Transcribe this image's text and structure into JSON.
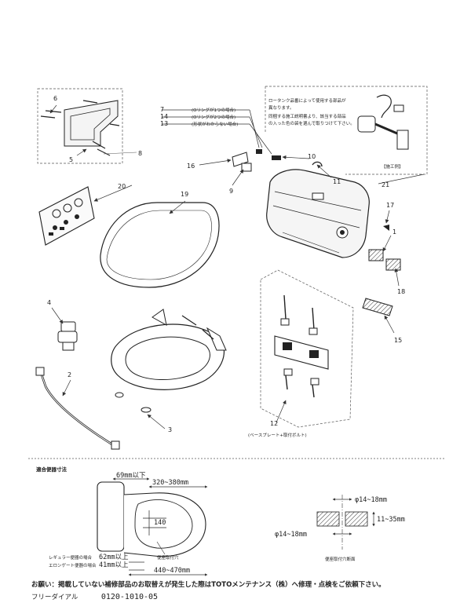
{
  "parts": [
    {
      "id": "1",
      "label": "1"
    },
    {
      "id": "2",
      "label": "2"
    },
    {
      "id": "3",
      "label": "3"
    },
    {
      "id": "4",
      "label": "4"
    },
    {
      "id": "5",
      "label": "5"
    },
    {
      "id": "6",
      "label": "6"
    },
    {
      "id": "7",
      "label": "7"
    },
    {
      "id": "8",
      "label": "8"
    },
    {
      "id": "9",
      "label": "9"
    },
    {
      "id": "10",
      "label": "10"
    },
    {
      "id": "11",
      "label": "11"
    },
    {
      "id": "12",
      "label": "12"
    },
    {
      "id": "13",
      "label": "13"
    },
    {
      "id": "14",
      "label": "14"
    },
    {
      "id": "15",
      "label": "15"
    },
    {
      "id": "16",
      "label": "16"
    },
    {
      "id": "17",
      "label": "17"
    },
    {
      "id": "18",
      "label": "18"
    },
    {
      "id": "19",
      "label": "19"
    },
    {
      "id": "20",
      "label": "20"
    },
    {
      "id": "21",
      "label": "21"
    }
  ],
  "oring_notes": {
    "n7": "(Oリングが1つの場合)",
    "n14": "(Oリングが2つの場合)",
    "n13": "(形状がわからない場合)"
  },
  "note_box": {
    "line1": "ロータンク品番によって使用する部品が",
    "line2": "異なります。",
    "line3": "同梱する施工説明書より、該当する部品",
    "line4": "の入った色の袋を選んで取りつけて下さい。",
    "example": "【施工例】"
  },
  "baseplate_label": "(ベースプレート+取付ボルト)",
  "dimensions": {
    "section_title": "適合便器寸法",
    "d69": "69mm以下",
    "d320": "320~380mm",
    "d140": "140",
    "d62": "62mm以上",
    "d41": "41mm以上",
    "d440": "440~470mm",
    "regular": "レギュラー便器の場合",
    "elongated": "エロンゲート便器の場合",
    "hole_label": "便座取付穴",
    "phi_top": "φ14~18mm",
    "phi_bottom": "φ14~18mm",
    "thickness": "11~35mm",
    "section_label": "便座取付穴断面"
  },
  "footer": {
    "notice": "お願い：掲載していない補修部品のお取替えが発生した際はTOTOメンテナンス（株）へ修理・点検をご依頼下さい。",
    "dial_label": "フリーダイアル",
    "dial_number": "0120-1010-05"
  }
}
